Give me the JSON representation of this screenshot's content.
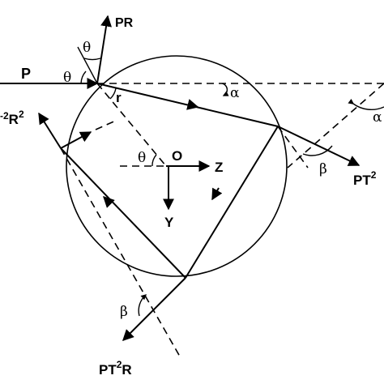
{
  "diagram": {
    "labels": {
      "p": "P",
      "pr": "PR",
      "r": "r",
      "o": "O",
      "z": "Z",
      "y": "Y",
      "theta": "θ",
      "alpha": "α",
      "beta": "β",
      "pt2_main": "PT",
      "pt2_sup": "2",
      "pt2r_main_a": "PT",
      "pt2r_sup": "2",
      "pt2r_main_b": "R",
      "pt2r2_pre": "-2",
      "pt2r2_main": "R",
      "pt2r2_sup": "2"
    }
  }
}
